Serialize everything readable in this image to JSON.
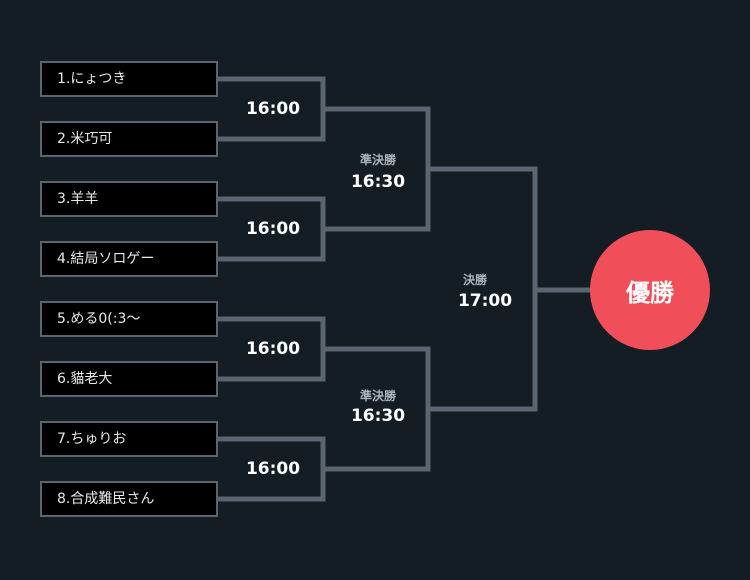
{
  "colors": {
    "background": "#141c24",
    "line": "#59656f",
    "box_border": "#59656f",
    "box_fill": "#000000",
    "champion": "#f04f5a",
    "time_text": "#ffffff",
    "round_text": "#aab3bb"
  },
  "teams": [
    {
      "name": "1.にょつき"
    },
    {
      "name": "2.米巧可"
    },
    {
      "name": "3.羊羊"
    },
    {
      "name": "4.結局ソロゲー"
    },
    {
      "name": "5.める0(:3〜"
    },
    {
      "name": "6.貓老大"
    },
    {
      "name": "7.ちゅりお"
    },
    {
      "name": "8.合成難民さん"
    }
  ],
  "round1": [
    {
      "time": "16:00"
    },
    {
      "time": "16:00"
    },
    {
      "time": "16:00"
    },
    {
      "time": "16:00"
    }
  ],
  "semifinals": [
    {
      "label": "準決勝",
      "time": "16:30"
    },
    {
      "label": "準決勝",
      "time": "16:30"
    }
  ],
  "final": {
    "label": "決勝",
    "time": "17:00"
  },
  "champion": {
    "label": "優勝"
  }
}
